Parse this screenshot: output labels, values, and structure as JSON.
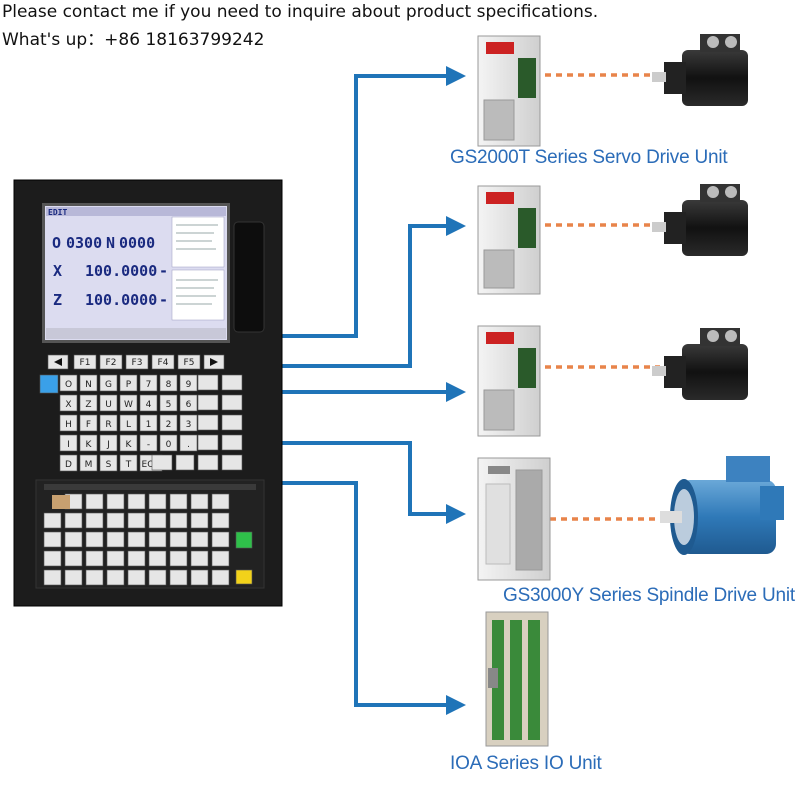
{
  "header": {
    "line1": "Please contact me if you need to inquire about product specifications.",
    "line2": "What's up：+86 18163799242"
  },
  "controller": {
    "mode": "EDIT",
    "line_prefix_o": "O",
    "program_no": "0300",
    "line_prefix_n": "N",
    "block_no": "0000",
    "axis_x": "X",
    "x_value": "100.0000",
    "axis_z": "Z",
    "z_value": "100.0000",
    "minus": "-",
    "softkeys": [
      "F1",
      "F2",
      "F3",
      "F4",
      "F5"
    ],
    "key_rows": [
      [
        "O",
        "N",
        "G",
        "P",
        "7",
        "8",
        "9"
      ],
      [
        "X",
        "Z",
        "U",
        "W",
        "4",
        "5",
        "6"
      ],
      [
        "H",
        "F",
        "R",
        "L",
        "1",
        "2",
        "3"
      ],
      [
        "I",
        "K",
        "J",
        "K",
        "-",
        "0",
        "."
      ],
      [
        "D",
        "M",
        "S",
        "T",
        "EOB"
      ]
    ]
  },
  "captions": {
    "servo": "GS2000T Series Servo Drive Unit",
    "spindle": "GS3000Y Series Spindle Drive Unit",
    "io": "IOA Series IO Unit"
  },
  "colors": {
    "arrow": "#1f74b8",
    "link_dashed": "#e8844a",
    "caption": "#2b6cb8",
    "panel": "#1c1c1c",
    "screen_bg": "#dcdcf0",
    "screen_text": "#1a2a80"
  }
}
